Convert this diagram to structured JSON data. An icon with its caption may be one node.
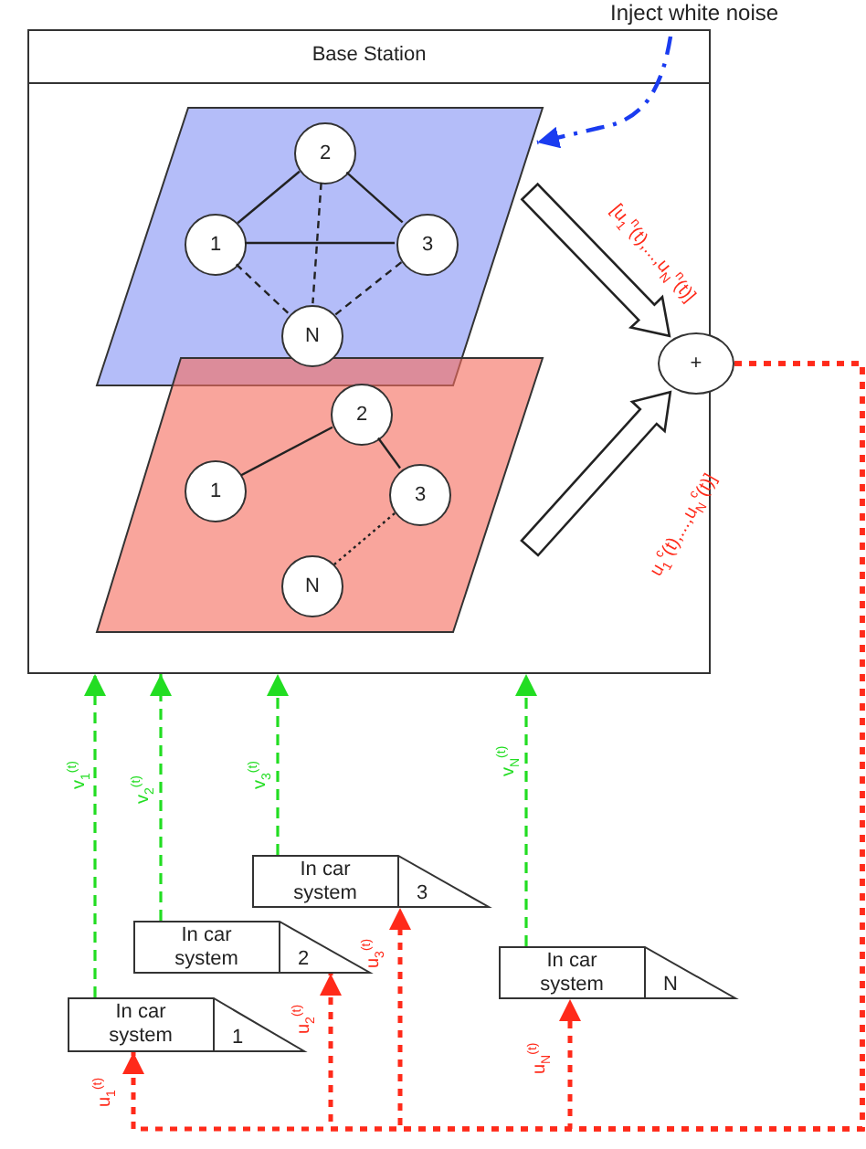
{
  "diagram": {
    "nodes": [
      {
        "text": [
          "Base Station"
        ]
      },
      {
        "text": [],
        "shape": "parallelogram",
        "in": 0
      },
      {
        "text": [
          "2"
        ],
        "in": 1
      },
      {
        "text": [
          "1"
        ],
        "in": 1
      },
      {
        "text": [
          "3"
        ],
        "in": 1
      },
      {
        "text": [
          "N"
        ],
        "in": 1
      },
      {
        "text": [],
        "shape": "parallelogram",
        "in": 0
      },
      {
        "text": [
          "2"
        ],
        "in": 6
      },
      {
        "text": [
          "1"
        ],
        "in": 6
      },
      {
        "text": [
          "3"
        ],
        "in": 6
      },
      {
        "text": [
          "N"
        ],
        "in": 6
      },
      {
        "text": [
          "Inject white noise"
        ]
      },
      {
        "text": [
          "+"
        ]
      },
      {
        "text": [
          "In car system",
          "1"
        ]
      },
      {
        "text": [
          "In car system",
          "2"
        ]
      },
      {
        "text": [
          "In car system",
          "3"
        ]
      },
      {
        "text": [
          "In car system",
          "N"
        ]
      }
    ],
    "edges": [
      {
        "from": 11,
        "to": 1,
        "arrow": "to",
        "style": "dashed",
        "color": "#1a3cf0"
      },
      {
        "from": 2,
        "to": 3,
        "arrow": "none"
      },
      {
        "from": 2,
        "to": 4,
        "arrow": "none"
      },
      {
        "from": 3,
        "to": 4,
        "arrow": "none"
      },
      {
        "from": 2,
        "to": 5,
        "arrow": "none",
        "style": "dashed"
      },
      {
        "from": 3,
        "to": 5,
        "arrow": "none",
        "style": "dashed"
      },
      {
        "from": 4,
        "to": 5,
        "arrow": "none",
        "style": "dashed"
      },
      {
        "from": 7,
        "to": 8,
        "arrow": "none"
      },
      {
        "from": 7,
        "to": 9,
        "arrow": "none"
      },
      {
        "from": 9,
        "to": 10,
        "arrow": "none",
        "style": "dashed"
      },
      {
        "from": 1,
        "to": 12,
        "arrow": "to",
        "style": "thick",
        "label": "[u$_{1}$$^{n}$(t),...,u$_{N}$$^{n}$(t)]"
      },
      {
        "from": 6,
        "to": 12,
        "arrow": "to",
        "style": "thick",
        "label": "u$_{1}$$^{c}$(t),...,u$_{N}$$^{c}$(t)]"
      },
      {
        "from": 13,
        "to": 0,
        "arrow": "to",
        "style": "dashed",
        "color": "#22dd22",
        "label": "v$_{1}$$^{(t)}$"
      },
      {
        "from": 14,
        "to": 0,
        "arrow": "to",
        "style": "dashed",
        "color": "#22dd22",
        "label": "v$_{2}$$^{(t)}$"
      },
      {
        "from": 15,
        "to": 0,
        "arrow": "to",
        "style": "dashed",
        "color": "#22dd22",
        "label": "v$_{3}$$^{(t)}$"
      },
      {
        "from": 16,
        "to": 0,
        "arrow": "to",
        "style": "dashed",
        "color": "#22dd22",
        "label": "v$_{N}$$^{(t)}$"
      },
      {
        "from": 12,
        "to": 13,
        "arrow": "to",
        "style": "dashed",
        "color": "#ff2a1a",
        "label": "u$_{1}$$^{(t)}$"
      },
      {
        "from": 12,
        "to": 14,
        "arrow": "to",
        "style": "dashed",
        "color": "#ff2a1a",
        "label": "u$_{2}$$^{(t)}$"
      },
      {
        "from": 12,
        "to": 15,
        "arrow": "to",
        "style": "dashed",
        "color": "#ff2a1a",
        "label": "u$_{3}$$^{(t)}$"
      },
      {
        "from": 12,
        "to": 16,
        "arrow": "to",
        "style": "dashed",
        "color": "#ff2a1a",
        "label": "u$_{N}$$^{(t)}$"
      }
    ]
  }
}
